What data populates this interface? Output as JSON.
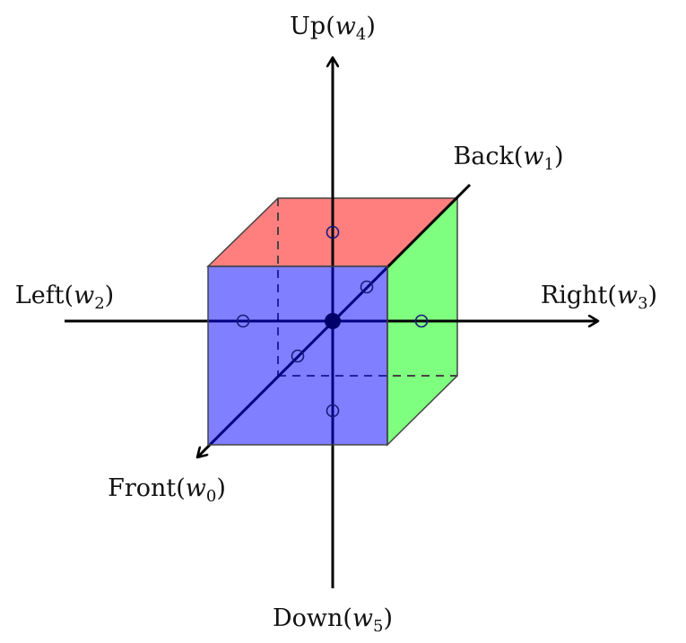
{
  "colors": {
    "top_face": "#ff0000",
    "right_face": "#00ff00",
    "front_face": "#0000ff",
    "axis": "#000000"
  },
  "labels": {
    "up": {
      "name": "Up",
      "var": "w",
      "sub": "4"
    },
    "back": {
      "name": "Back",
      "var": "w",
      "sub": "1"
    },
    "left": {
      "name": "Left",
      "var": "w",
      "sub": "2"
    },
    "right": {
      "name": "Right",
      "var": "w",
      "sub": "3"
    },
    "front": {
      "name": "Front",
      "var": "w",
      "sub": "0"
    },
    "down": {
      "name": "Down",
      "var": "w",
      "sub": "5"
    }
  }
}
